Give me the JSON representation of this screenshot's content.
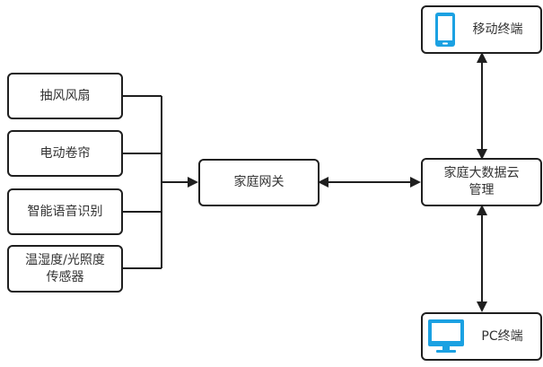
{
  "nodes": {
    "exhaust_fan": {
      "label": "抽风风扇"
    },
    "electric_curtain": {
      "label": "电动卷帘"
    },
    "voice_recognition": {
      "label": "智能语音识别"
    },
    "sensor": {
      "line1": "温湿度/光照度",
      "line2": "传感器"
    },
    "home_gateway": {
      "label": "家庭网关"
    },
    "cloud_management": {
      "line1": "家庭大数据云",
      "line2": "管理"
    },
    "mobile_terminal": {
      "label": "移动终端",
      "icon": "mobile-phone-icon"
    },
    "pc_terminal": {
      "label": "PC终端",
      "icon": "monitor-icon"
    }
  },
  "colors": {
    "border": "#1f1f1f",
    "line": "#1f1f1f",
    "text": "#333333",
    "icon_blue": "#1ba1e2"
  }
}
